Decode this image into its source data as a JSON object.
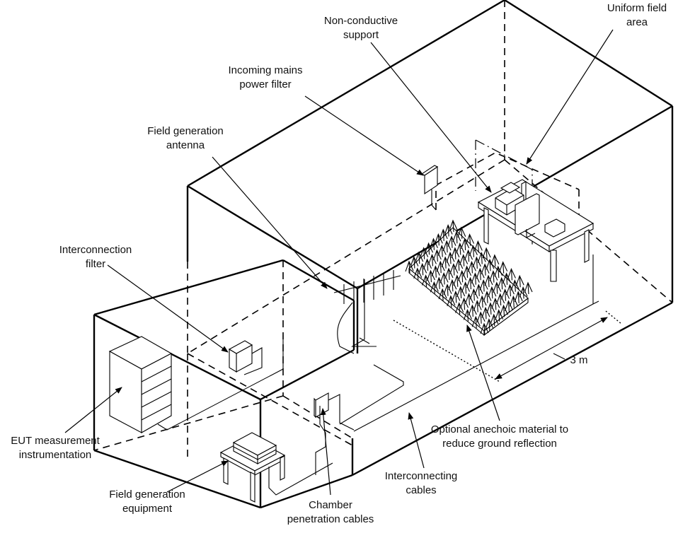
{
  "labels": {
    "non_conductive_support": [
      "Non-conductive",
      "support"
    ],
    "uniform_field_area": [
      "Uniform field",
      "area"
    ],
    "incoming_mains_power_filter": [
      "Incoming mains",
      "power filter"
    ],
    "field_generation_antenna": [
      "Field generation",
      "antenna"
    ],
    "interconnection_filter": [
      "Interconnection",
      "filter"
    ],
    "eut_measurement_instrumentation": [
      "EUT measurement",
      "instrumentation"
    ],
    "field_generation_equipment": [
      "Field generation",
      "equipment"
    ],
    "chamber_penetration_cables": [
      "Chamber",
      "penetration cables"
    ],
    "interconnecting_cables": [
      "Interconnecting",
      "cables"
    ],
    "optional_anechoic_material": [
      "Optional anechoic material to",
      "reduce ground reflection"
    ],
    "distance": "3 m"
  }
}
